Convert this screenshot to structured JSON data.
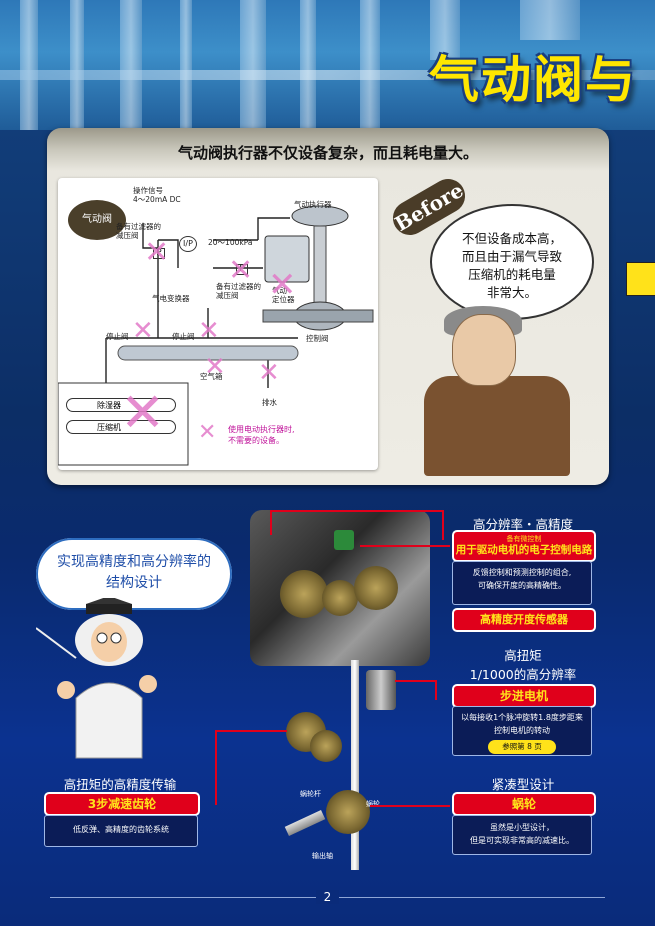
{
  "header": {
    "title": "气动阀与"
  },
  "before": {
    "title": "气动阀执行器不仅设备复杂，而且耗电量大。",
    "badge": "Before",
    "bubble": [
      "不但设备成本高，",
      "而且由于漏气导致",
      "压缩机的耗电量",
      "非常大。"
    ]
  },
  "diagram": {
    "badge": "气动阀",
    "signal": [
      "操作信号",
      "4～20mA DC"
    ],
    "filter_valve_1": [
      "备有过滤器的",
      "减压阀"
    ],
    "ip": "I/P",
    "pressure": "20～100kPa",
    "actuator": "气动执行器",
    "converter": "气电变换器",
    "filter_valve_2": [
      "备有过滤器的",
      "减压阀"
    ],
    "positioner": [
      "气动",
      "定位器"
    ],
    "p_label": "P",
    "stop_valve_1": "停止阀",
    "stop_valve_2": "停止阀",
    "control_valve": "控制阀",
    "air_tank": "空气箱",
    "drain": "排水",
    "dehumidifier": "除湿器",
    "compressor": "压缩机",
    "legend": [
      "使用电动执行器时,",
      "不需要的设备。"
    ]
  },
  "features": {
    "cloud": [
      "实现高精度和高分辨率的",
      "结构设计"
    ],
    "resolution": {
      "heading": "高分辨率・高精度",
      "red_small": "备有微控制",
      "red_main": "用于驱动电机的电子控制电路",
      "desc": [
        "反馈控制和预测控制的组合,",
        "可确保开度的高精确性。"
      ],
      "sensor": "高精度开度传感器"
    },
    "torque": {
      "heading": [
        "高扭矩",
        "1/1000的高分辨率"
      ],
      "red": "步进电机",
      "desc": [
        "以每接收1个脉冲旋转1.8度步距来",
        "控制电机的转动"
      ],
      "ref": "参照第 8 页"
    },
    "transmission": {
      "heading": "高扭矩的高精度传输",
      "red": "3步减速齿轮",
      "desc": "低反弹、高精度的齿轮系统"
    },
    "compact": {
      "heading": "紧凑型设计",
      "red": "蜗轮",
      "desc": [
        "虽然是小型设计，",
        "但是可实现非常高的减速比。"
      ]
    },
    "parts": {
      "worm": "蜗轮杆",
      "wheel": "蜗轮",
      "output": "输出轴"
    }
  },
  "footer": {
    "page": "2"
  }
}
